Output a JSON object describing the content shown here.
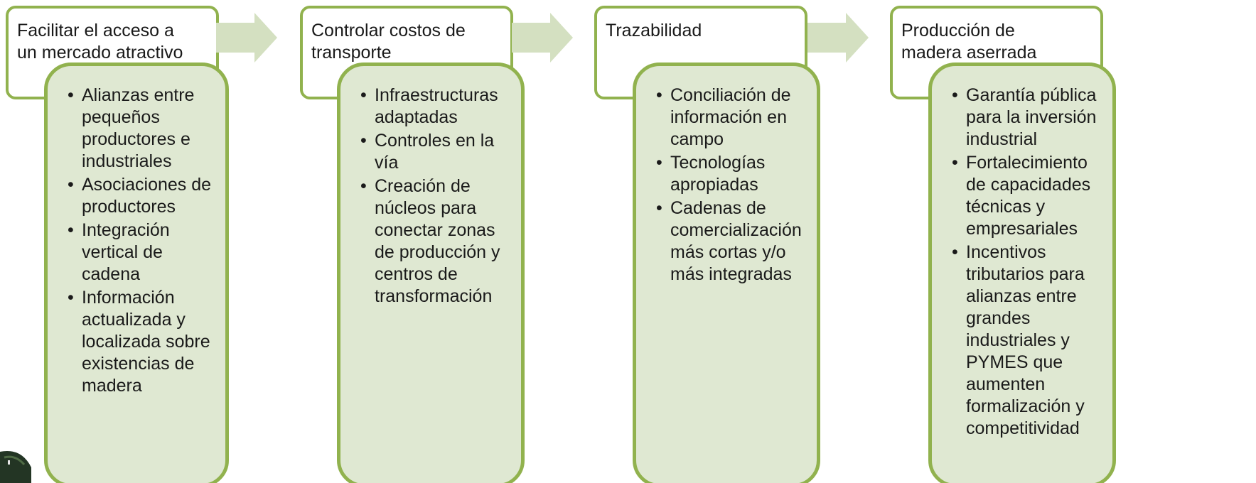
{
  "stages": [
    {
      "title_lines": [
        "Facilitar el acceso a",
        "un mercado atractivo"
      ],
      "items": [
        "Alianzas entre pequeños productores e industriales",
        "Asociaciones de productores",
        "Integración vertical de cadena",
        "Información actualizada y localizada sobre existencias de madera"
      ]
    },
    {
      "title_lines": [
        "Controlar costos de",
        "transporte"
      ],
      "items": [
        "Infraestructuras adaptadas",
        "Controles en la vía",
        "Creación de núcleos para conectar zonas de producción y centros de transformación"
      ]
    },
    {
      "title_lines": [
        "Trazabilidad"
      ],
      "items": [
        "Conciliación de información en campo",
        "Tecnologías apropiadas",
        "Cadenas de comercialización más cortas y/o más integradas"
      ]
    },
    {
      "title_lines": [
        "Producción de",
        "madera aserrada"
      ],
      "items": [
        "Garantía pública para la inversión industrial",
        "Fortalecimiento de capacidades técnicas y empresariales",
        "Incentivos tributarios para alianzas entre grandes industriales y PYMES que aumenten formalización y competitividad"
      ]
    }
  ],
  "colors": {
    "border": "#91b24e",
    "detail_fill": "#dfe8d2",
    "arrow_fill": "#d4e0c1",
    "header_fill": "#ffffff"
  }
}
